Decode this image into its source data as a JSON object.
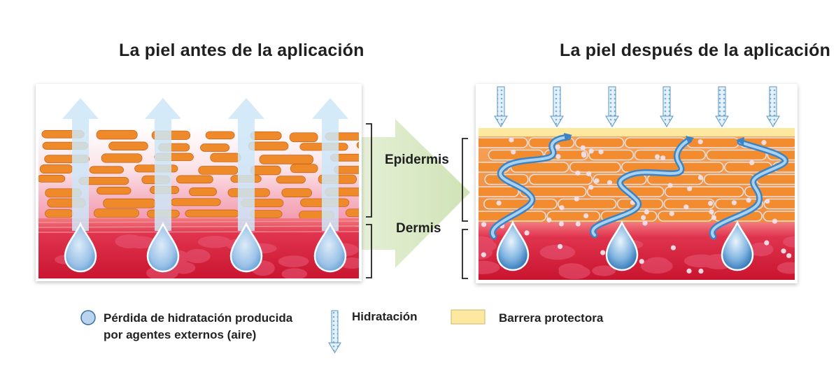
{
  "titles": {
    "before": "La piel antes de la aplicación",
    "after": "La piel después de la aplicación"
  },
  "layers": {
    "epidermis": "Epidermis",
    "dermis": "Dermis"
  },
  "legend": {
    "loss_line1": "Pérdida de hidratación producida",
    "loss_line2": "por agentes externos (aire)",
    "hydration": "Hidratación",
    "barrier": "Barrera protectora"
  },
  "colors": {
    "cell_orange": "#F0892A",
    "dermis_red": "#D21A3C",
    "barrier_yellow": "#FDE8A0",
    "droplet_blue": "#3B86C8",
    "arrow_blue": "#CFE6F7",
    "big_arrow_green": "#DDEBC9"
  }
}
